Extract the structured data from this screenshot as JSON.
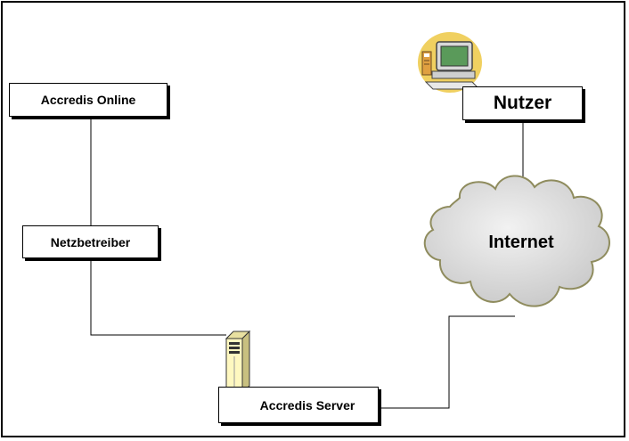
{
  "diagram": {
    "nodes": {
      "accredis_online": "Accredis Online",
      "netzbetreiber": "Netzbetreiber",
      "nutzer": "Nutzer",
      "internet": "Internet",
      "accredis_server": "Accredis Server"
    },
    "icons": {
      "user": "computer-user-icon",
      "server": "server-tower-icon",
      "cloud": "cloud-icon"
    },
    "colors": {
      "cloud_fill": "#d6d6d6",
      "cloud_outline": "#8f8c5e",
      "server_fill": "#fff8c0",
      "monitor_screen": "#5a9a5a"
    }
  }
}
